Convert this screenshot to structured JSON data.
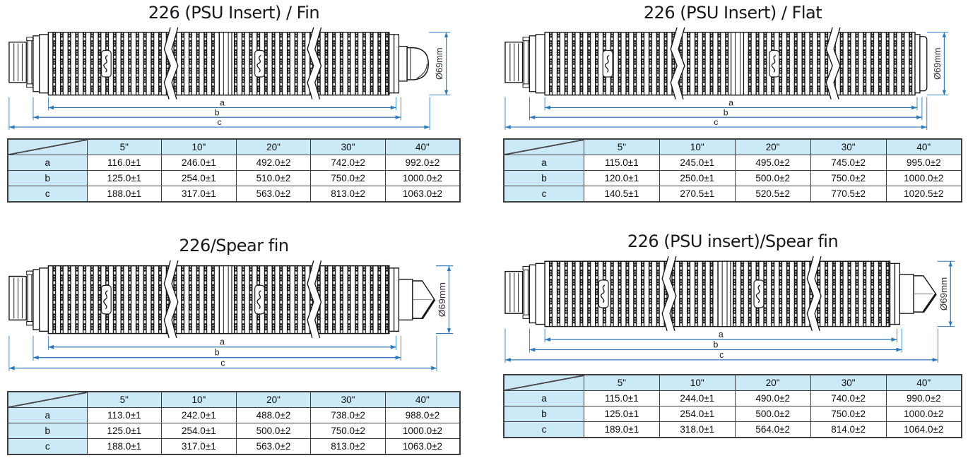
{
  "colors": {
    "dimension_blue": "#2e78bc",
    "table_header_bg": "#cce9f8",
    "table_border": "#3f3f3f",
    "title_ink": "#17171d",
    "drawing_ink": "#151515"
  },
  "panels": [
    {
      "id": "psu-insert-fin",
      "title": "226 (PSU Insert) / Fin",
      "tip_style": "fin",
      "diameter_label": "Ø69mm",
      "dim_labels": [
        "a",
        "b",
        "c"
      ],
      "table": {
        "col_headers": [
          "5\"",
          "10\"",
          "20\"",
          "30\"",
          "40\""
        ],
        "rows": [
          {
            "label": "a",
            "values": [
              "116.0±1",
              "246.0±1",
              "492.0±2",
              "742.0±2",
              "992.0±2"
            ]
          },
          {
            "label": "b",
            "values": [
              "125.0±1",
              "254.0±1",
              "510.0±2",
              "750.0±2",
              "1000.0±2"
            ]
          },
          {
            "label": "c",
            "values": [
              "188.0±1",
              "317.0±1",
              "563.0±2",
              "813.0±2",
              "1063.0±2"
            ]
          }
        ]
      }
    },
    {
      "id": "psu-insert-flat",
      "title": "226 (PSU Insert) / Flat",
      "tip_style": "flat",
      "diameter_label": "Ø69mm",
      "dim_labels": [
        "a",
        "b",
        "c"
      ],
      "table": {
        "col_headers": [
          "5\"",
          "10\"",
          "20\"",
          "30\"",
          "40\""
        ],
        "rows": [
          {
            "label": "a",
            "values": [
              "115.0±1",
              "245.0±1",
              "495.0±2",
              "745.0±2",
              "995.0±2"
            ]
          },
          {
            "label": "b",
            "values": [
              "120.0±1",
              "250.0±1",
              "500.0±2",
              "750.0±2",
              "1000.0±2"
            ]
          },
          {
            "label": "c",
            "values": [
              "140.5±1",
              "270.5±1",
              "520.5±2",
              "770.5±2",
              "1020.5±2"
            ]
          }
        ]
      }
    },
    {
      "id": "spear-fin",
      "title": "226/Spear fin",
      "tip_style": "spear",
      "diameter_label": "Ø69mm",
      "dim_labels": [
        "a",
        "b",
        "c"
      ],
      "table": {
        "col_headers": [
          "5\"",
          "10\"",
          "20\"",
          "30\"",
          "40\""
        ],
        "rows": [
          {
            "label": "a",
            "values": [
              "113.0±1",
              "242.0±1",
              "488.0±2",
              "738.0±2",
              "988.0±2"
            ]
          },
          {
            "label": "b",
            "values": [
              "125.0±1",
              "254.0±1",
              "500.0±2",
              "750.0±2",
              "1000.0±2"
            ]
          },
          {
            "label": "c",
            "values": [
              "188.0±1",
              "317.0±1",
              "563.0±2",
              "813.0±2",
              "1063.0±2"
            ]
          }
        ]
      }
    },
    {
      "id": "psu-insert-spear-fin",
      "title": "226  (PSU insert)/Spear fin",
      "tip_style": "spear",
      "diameter_label": "Ø69mm",
      "dim_labels": [
        "a",
        "b",
        "c"
      ],
      "table": {
        "col_headers": [
          "5\"",
          "10\"",
          "20\"",
          "30\"",
          "40\""
        ],
        "rows": [
          {
            "label": "a",
            "values": [
              "115.0±1",
              "244.0±1",
              "490.0±2",
              "740.0±2",
              "990.0±2"
            ]
          },
          {
            "label": "b",
            "values": [
              "125.0±1",
              "254.0±1",
              "500.0±2",
              "750.0±2",
              "1000.0±2"
            ]
          },
          {
            "label": "c",
            "values": [
              "189.0±1",
              "318.0±1",
              "564.0±2",
              "814.0±2",
              "1064.0±2"
            ]
          }
        ]
      }
    }
  ]
}
